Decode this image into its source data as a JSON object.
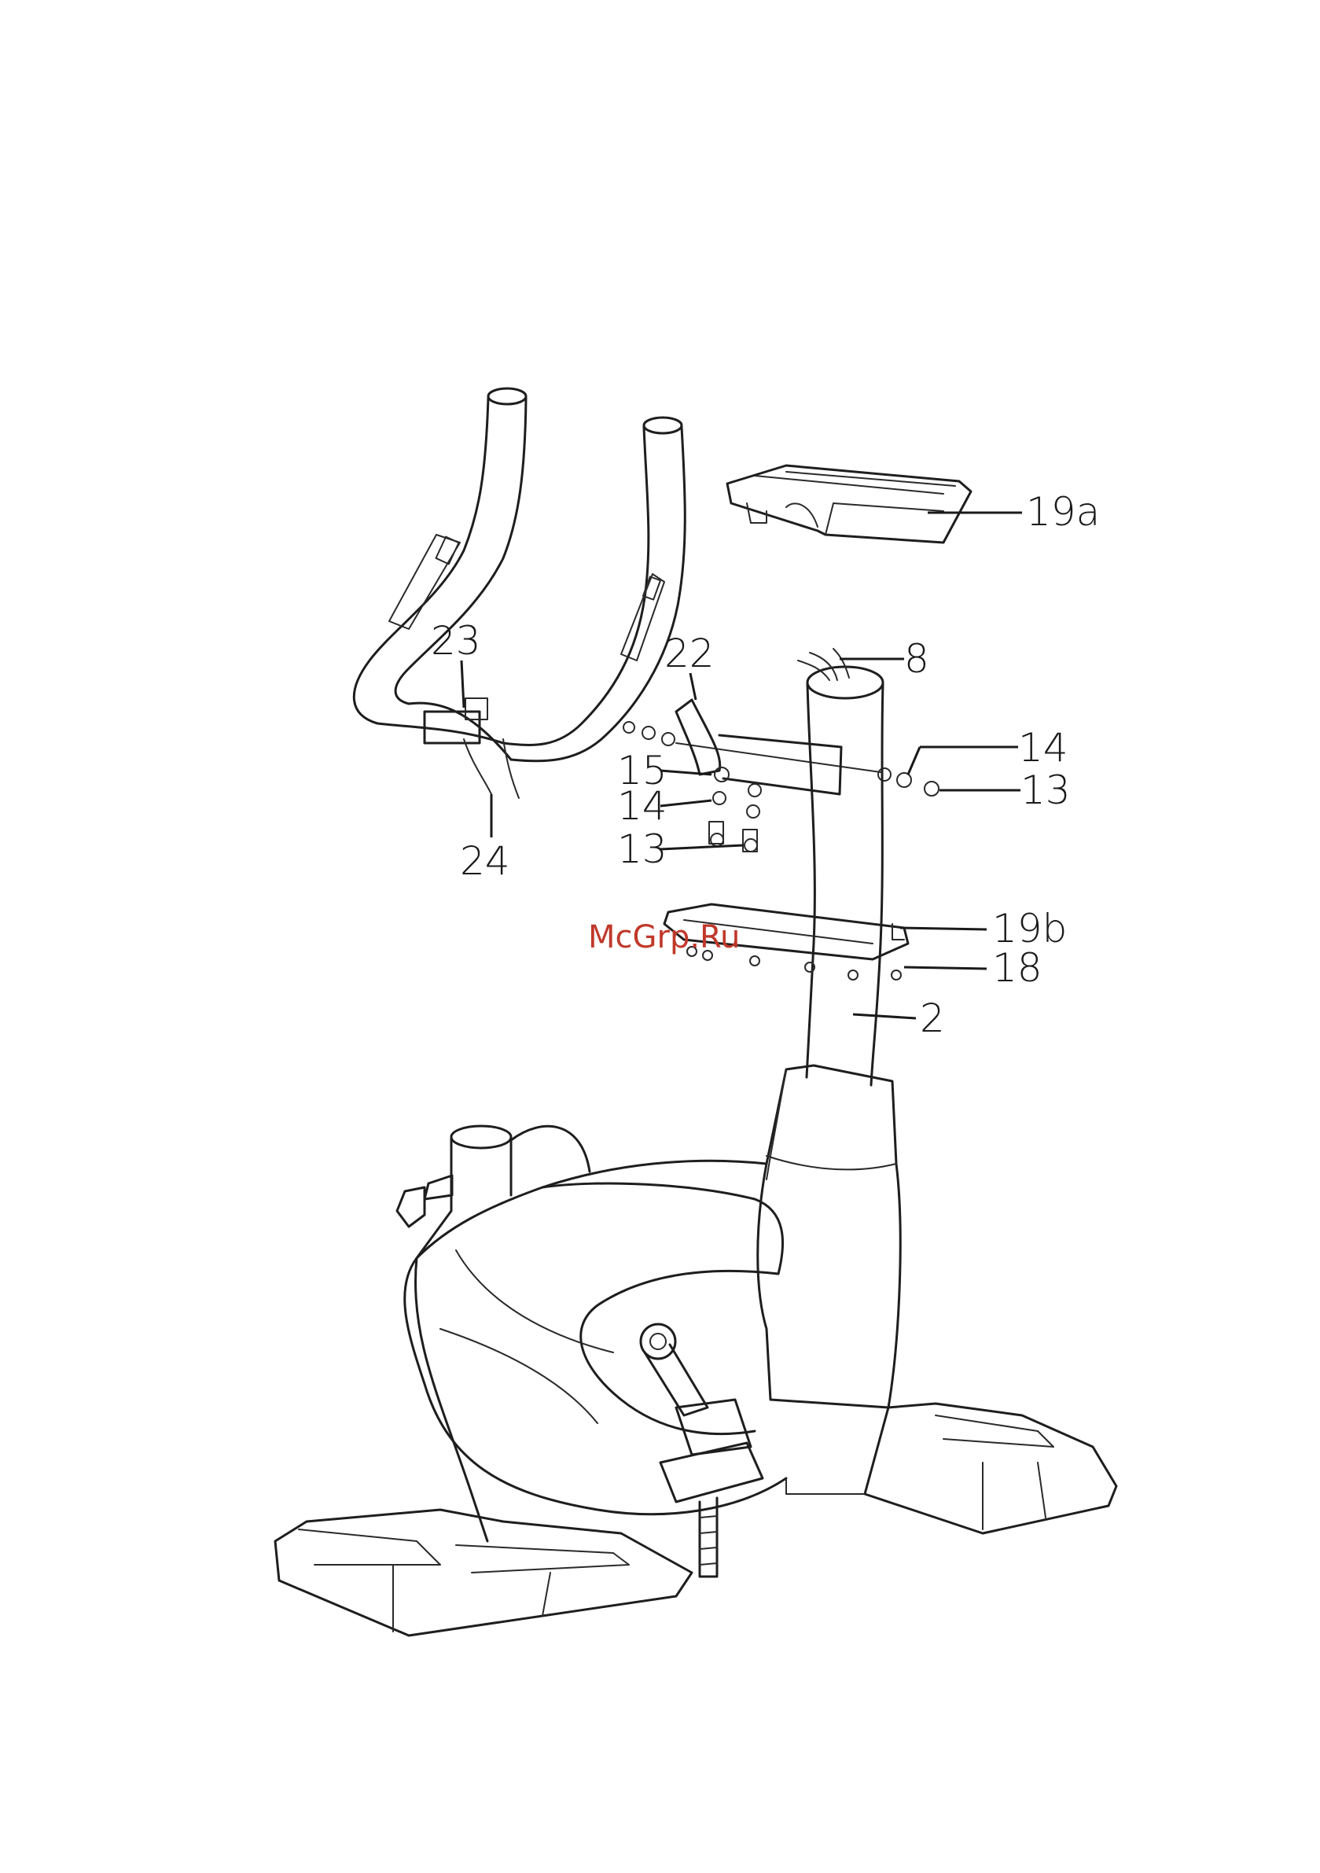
{
  "watermark": "McGrp.Ru",
  "callouts": [
    {
      "id": "19a",
      "label": "19a"
    },
    {
      "id": "23",
      "label": "23"
    },
    {
      "id": "22",
      "label": "22"
    },
    {
      "id": "8",
      "label": "8"
    },
    {
      "id": "14a",
      "label": "14"
    },
    {
      "id": "15",
      "label": "15"
    },
    {
      "id": "14b",
      "label": "14"
    },
    {
      "id": "13a",
      "label": "13"
    },
    {
      "id": "13b",
      "label": "13"
    },
    {
      "id": "24",
      "label": "24"
    },
    {
      "id": "19b",
      "label": "19b"
    },
    {
      "id": "18",
      "label": "18"
    },
    {
      "id": "2",
      "label": "2"
    }
  ],
  "colors": {
    "line": "#1e1e1e",
    "watermark": "#c0392b",
    "background": "#ffffff"
  }
}
